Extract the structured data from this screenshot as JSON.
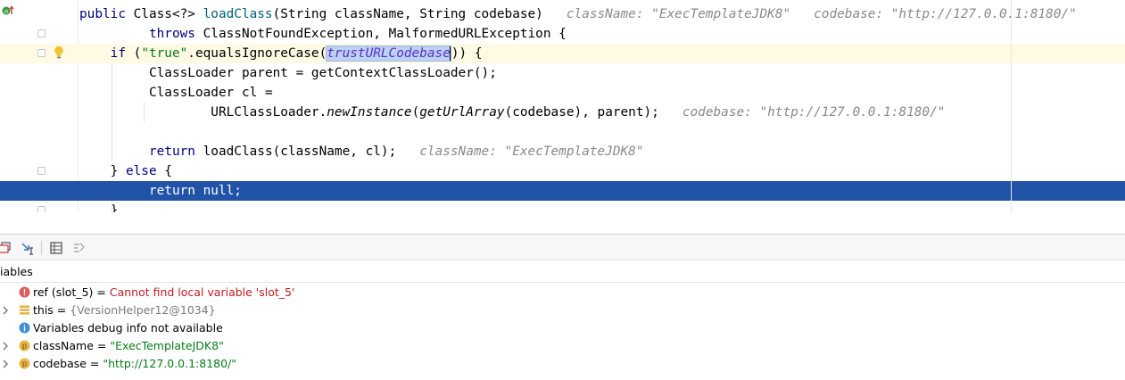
{
  "editor": {
    "lines": {
      "l1": {
        "kw_public": "public",
        "sig_a": " Class<?> ",
        "method": "loadClass",
        "sig_b": "(String className, String codebase)",
        "hint1": "className: \"ExecTemplateJDK8\"",
        "hint2": "codebase: \"http://127.0.0.1:8180/\""
      },
      "l2": {
        "kw_throws": "throws",
        "rest": " ClassNotFoundException, MalformedURLException {"
      },
      "l3": {
        "kw_if": "if",
        "a": " (",
        "str_true": "\"true\"",
        "b": ".equalsIgnoreCase(",
        "selected": "trustURLCodebase",
        "c": ")) {"
      },
      "l4": {
        "text": "ClassLoader parent = getContextClassLoader();"
      },
      "l5": {
        "text": "ClassLoader cl ="
      },
      "l6": {
        "a": "URLClassLoader.",
        "static_call": "newInstance",
        "b": "(",
        "call2": "getUrlArray",
        "c": "(codebase), parent);",
        "hint": "codebase: \"http://127.0.0.1:8180/\""
      },
      "l8": {
        "kw_return": "return",
        "rest": " loadClass(className, cl);",
        "hint": "className: \"ExecTemplateJDK8\""
      },
      "l9": {
        "a": "} ",
        "kw_else": "else",
        "b": " {"
      },
      "l10": {
        "kw_return": "return",
        "kw_null": "null",
        "tail": ";"
      },
      "l11": {
        "text": "}"
      }
    }
  },
  "debugger": {
    "toolbar": {
      "icons": [
        "restore-layout-icon",
        "step-cursor-icon",
        "evaluate-table-icon",
        "trace-icon"
      ]
    },
    "variables_title": "iables",
    "variables": [
      {
        "name": "ref (slot_5)",
        "eq": " = ",
        "value": "Cannot find local variable 'slot_5'",
        "kind": "error"
      },
      {
        "name": "this",
        "eq": " = ",
        "value": "{VersionHelper12@1034}",
        "kind": "object"
      },
      {
        "name": "Variables debug info not available",
        "kind": "info"
      },
      {
        "name": "className",
        "eq": " = ",
        "value": "\"ExecTemplateJDK8\"",
        "kind": "param"
      },
      {
        "name": "codebase",
        "eq": " = ",
        "value": "\"http://127.0.0.1:8180/\"",
        "kind": "param"
      }
    ]
  },
  "colors": {
    "exec_line": "#2154a8",
    "caret_line": "#fffae3",
    "keyword": "#000080",
    "string": "#067d17",
    "hint": "#8a8a8a",
    "error": "#c01d1d"
  }
}
